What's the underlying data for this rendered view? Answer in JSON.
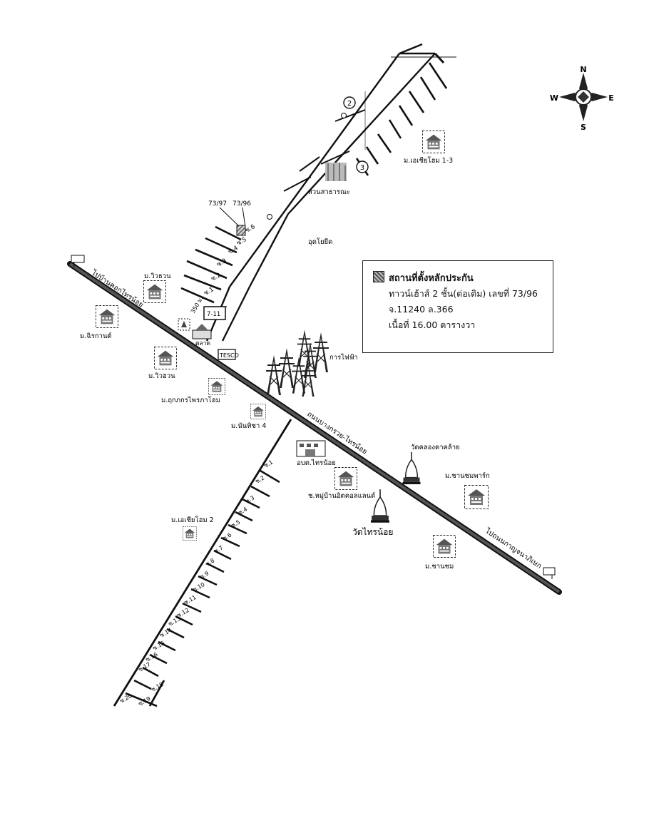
{
  "compass": {
    "n": "N",
    "s": "S",
    "e": "E",
    "w": "W"
  },
  "legend": {
    "title": "สถานที่ตั้งหลักประกัน",
    "line1": "ทาวน์เฮ้าส์ 2 ชั้น(ต่อเติม) เลขที่ 73/96",
    "line2": "จ.11240 ล.366",
    "line3": "เนื้อที่ 16.00 ตารางวา"
  },
  "roads": {
    "main": "ถนนบางกรวย-ไทรน้อย",
    "to_west": "ไปบ้านคอกไทรน้อย",
    "to_east": "ไปถนนกาญจนาภิเษก"
  },
  "places": {
    "village_aesiahome_1_3": "ม.เอเชียโฮม 1-3",
    "public_park": "สวนสาธารณะ",
    "ud_chaiyayut": "อุดโยยีด",
    "village_wiwan": "ม.วิวธวน",
    "village_wiwan2": "ม.วิวฮวน",
    "village_chirawan": "ม.ฉิรกานต์",
    "village_pruksa": "ม.ฤกภกรไพรภาโฮม",
    "village_nanthika": "ม.นันทิชา 4",
    "electric": "การไฟฟ้า",
    "tesco": "TESCO",
    "seven": "7-11",
    "police": "ตลาด",
    "market": "ตลาด",
    "sai_noi_office": "อบต.ไทรน้อย",
    "wat_sai_noi": "วัดไทรน้อย",
    "wat_khlong": "วัดคลองตาคล้าย",
    "village_chanchom_park": "ม.ชานชมพาร์ก",
    "village_chanchom": "ม.ชานชม",
    "village_aesiahome_2": "ม.เอเชียโฮม 2",
    "village_nai_ban": "ช.หมู่บ้านอิตคอลแลนด์",
    "plot_a": "73/97",
    "plot_b": "73/96",
    "sub_road_dist": "350 ม."
  },
  "sois_north": [
    "ซ.1",
    "ซ.2",
    "ซ.3",
    "ซ.4",
    "ซ.5",
    "ซ.6"
  ],
  "sois_south": [
    "ซ.1",
    "ซ.2",
    "ซ.3",
    "ซ.4",
    "ซ.5",
    "ซ.6",
    "ซ.7",
    "ซ.8",
    "ซ.9",
    "ซ.10",
    "ซ.11",
    "ซ.12",
    "ซ.13",
    "ซ.14",
    "ซ.15",
    "ซ.16",
    "ซ.17",
    "ซ.18",
    "ซ.19",
    "ซ.20"
  ],
  "markers": {
    "m2": "2",
    "m3": "3"
  }
}
